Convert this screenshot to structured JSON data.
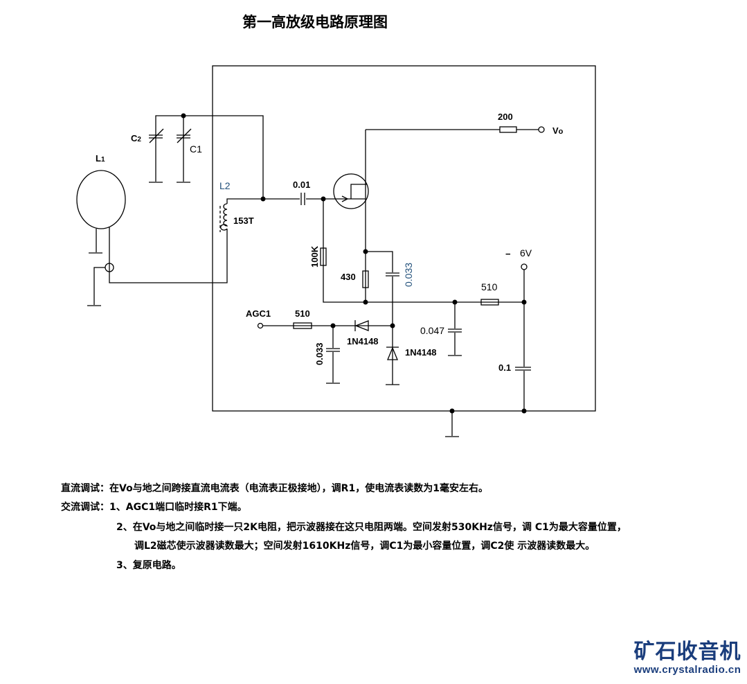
{
  "title": "第一高放级电路原理图",
  "components": {
    "c2": "C",
    "c2_sub": "2",
    "c1": "C1",
    "l1": "L",
    "l1_sub": "1",
    "l2": "L2",
    "l2_turns": "153T",
    "coupling_cap": "0.01",
    "r_gate": "100K",
    "r_source": "430",
    "c_bypass": "0.033",
    "r_out": "200",
    "vo": "V",
    "vo_sub": "o",
    "supply_sign": "−",
    "supply": "6V",
    "r_supply": "510",
    "c_filter": "0.047",
    "c_supply": "0.1",
    "agc": "AGC1",
    "r_agc": "510",
    "c_agc": "0.033",
    "diode1": "1N4148",
    "diode2": "1N4148"
  },
  "notes": {
    "dc": "直流调试：在Vo与地之间跨接直流电流表（电流表正极接地），调R1，使电流表读数为1毫安左右。",
    "ac1": "交流调试：1、AGC1端口临时接R1下端。",
    "ac2a": "2、在Vo与地之间临时接一只2K电阻，把示波器接在这只电阻两端。空间发射530KHz信号，调 C1为最大容量位置，",
    "ac2b": "调L2磁芯使示波器读数最大；空间发射1610KHz信号，调C1为最小容量位置，调C2使 示波器读数最大。",
    "ac3": "3、复原电路。"
  },
  "logo": {
    "cn": "矿石收音机",
    "url": "www.crystalradio.cn"
  },
  "colors": {
    "logo": "#1a3d7c",
    "label_blue": "#1f4e79"
  }
}
